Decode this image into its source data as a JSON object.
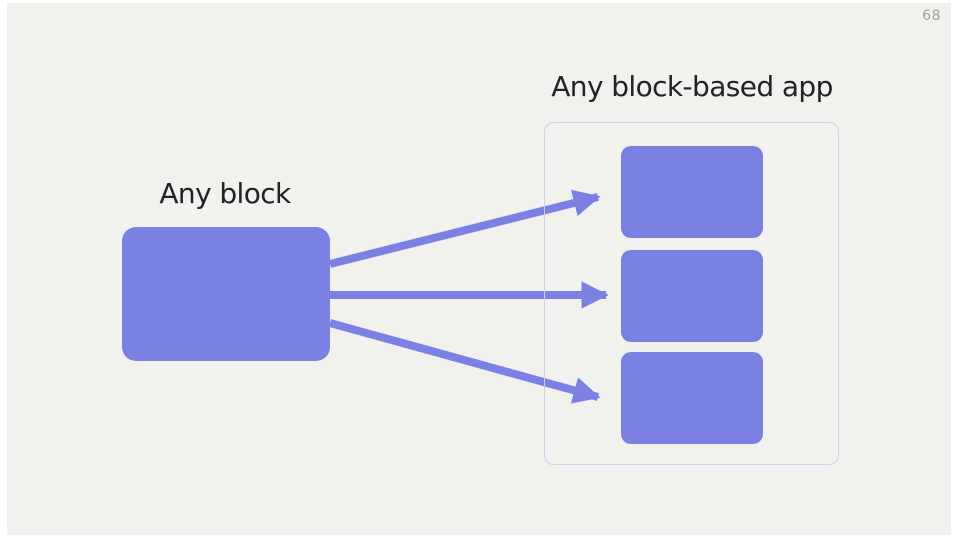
{
  "page": {
    "number": "68"
  },
  "diagram": {
    "source_block": {
      "label": "Any block",
      "color": "#7B80E3"
    },
    "target_app": {
      "label": "Any block-based app",
      "border_color": "#CBD1E9",
      "block_count": 3,
      "block_color": "#7B80E3"
    },
    "arrows": {
      "count": 3,
      "color": "#7B80E3",
      "direction": "source-block to each app block"
    }
  },
  "colors": {
    "slide_background": "#F1F2ED",
    "frame_background": "#FFFFFF",
    "text": "#212329",
    "page_number_text": "#9EA0A0"
  }
}
